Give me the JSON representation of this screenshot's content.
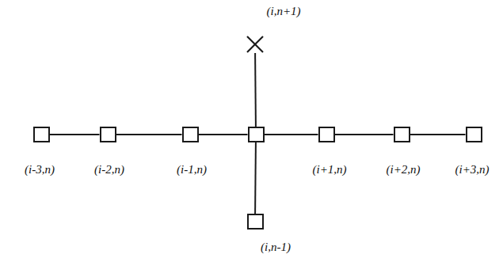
{
  "diagram": {
    "nodes": [
      {
        "text": [
          "(i,n+1)"
        ]
      },
      {
        "text": [
          "(i-3,n)"
        ]
      },
      {
        "text": [
          "(i-2,n)"
        ]
      },
      {
        "text": [
          "(i-1,n)"
        ]
      },
      {
        "text": []
      },
      {
        "text": [
          "(i+1,n)"
        ]
      },
      {
        "text": [
          "(i+2,n)"
        ]
      },
      {
        "text": [
          "(i+3,n)"
        ]
      },
      {
        "text": [
          "(i,n-1)"
        ]
      }
    ],
    "edges": [
      {
        "from": 1,
        "to": 2,
        "arrow": "none"
      },
      {
        "from": 2,
        "to": 3,
        "arrow": "none"
      },
      {
        "from": 3,
        "to": 4,
        "arrow": "none"
      },
      {
        "from": 4,
        "to": 5,
        "arrow": "none"
      },
      {
        "from": 5,
        "to": 6,
        "arrow": "none"
      },
      {
        "from": 6,
        "to": 7,
        "arrow": "none"
      },
      {
        "from": 4,
        "to": 0,
        "arrow": "none"
      },
      {
        "from": 4,
        "to": 8,
        "arrow": "none"
      }
    ]
  }
}
